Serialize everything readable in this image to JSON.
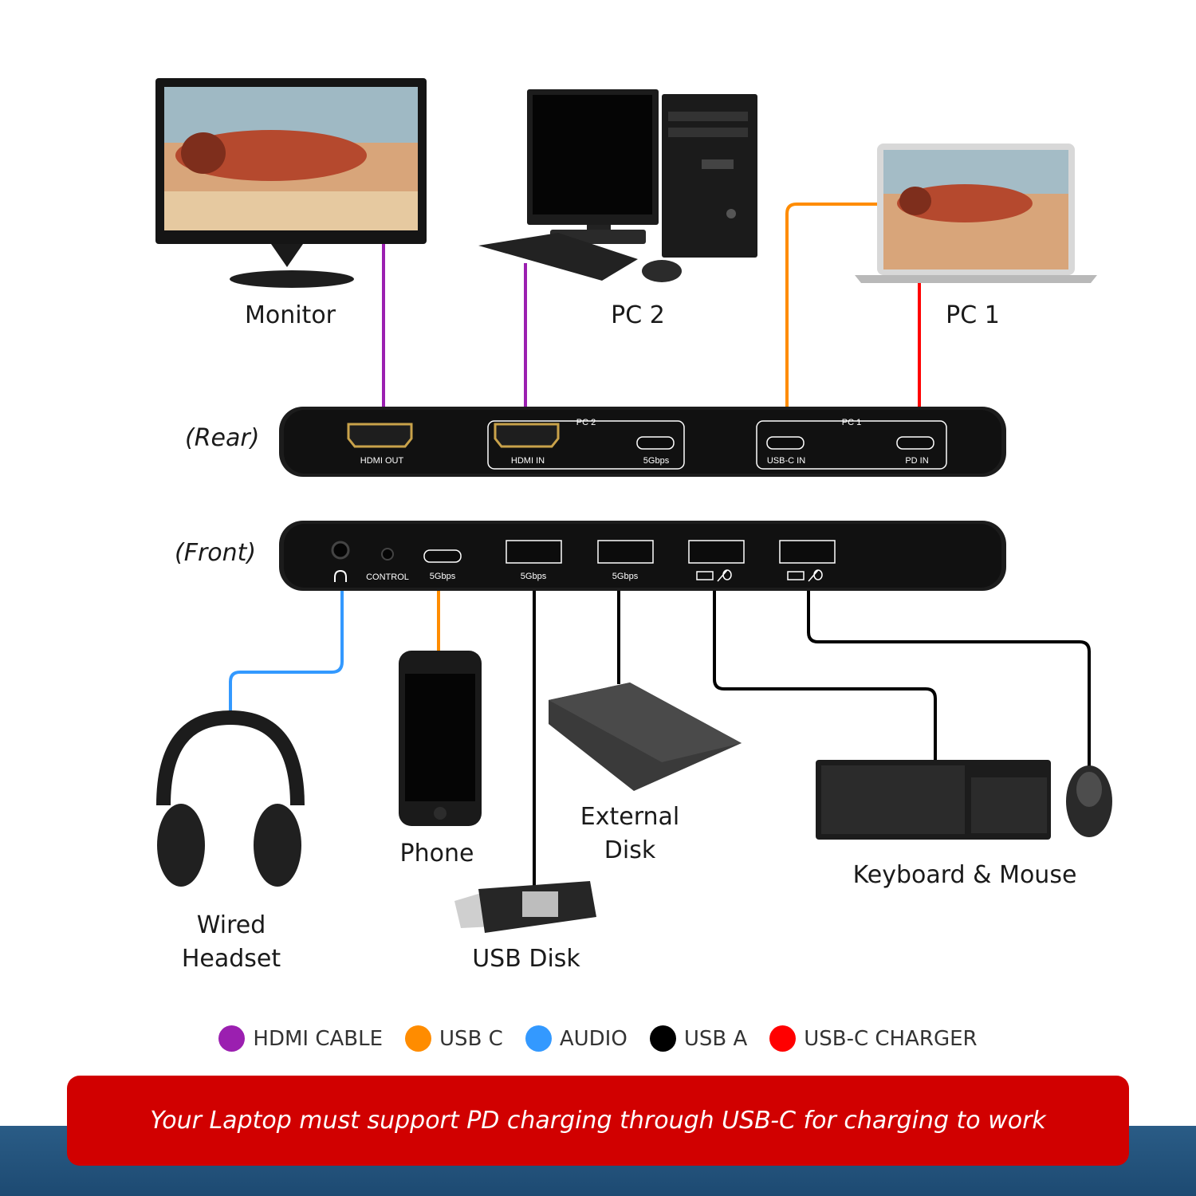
{
  "devices": {
    "monitor": "Monitor",
    "pc2": "PC 2",
    "pc1": "PC 1",
    "wired_headset_line1": "Wired",
    "wired_headset_line2": "Headset",
    "phone": "Phone",
    "external_disk_line1": "External",
    "external_disk_line2": "Disk",
    "usb_disk": "USB Disk",
    "keyboard_mouse": "Keyboard & Mouse"
  },
  "switch": {
    "rear_label": "(Rear)",
    "front_label": "(Front)",
    "rear_ports": {
      "hdmi_out": "HDMI OUT",
      "pc2_group": "PC 2",
      "hdmi_in": "HDMI IN",
      "pc2_usbc": "5Gbps",
      "pc1_group": "PC 1",
      "usbc_in": "USB-C IN",
      "pd_in": "PD IN"
    },
    "front_ports": {
      "control": "CONTROL",
      "usbc": "5Gbps",
      "usba1": "5Gbps",
      "usba2": "5Gbps"
    }
  },
  "legend": [
    {
      "label": "HDMI CABLE",
      "color": "#9b1fb0"
    },
    {
      "label": "USB C",
      "color": "#ff8c00"
    },
    {
      "label": "AUDIO",
      "color": "#3399ff"
    },
    {
      "label": "USB A",
      "color": "#000000"
    },
    {
      "label": "USB-C CHARGER",
      "color": "#ff0000"
    }
  ],
  "banner_text": "Your Laptop must support PD charging through USB-C for charging to work",
  "icons": [
    "headphone-icon",
    "keyboard-mouse-icon"
  ]
}
